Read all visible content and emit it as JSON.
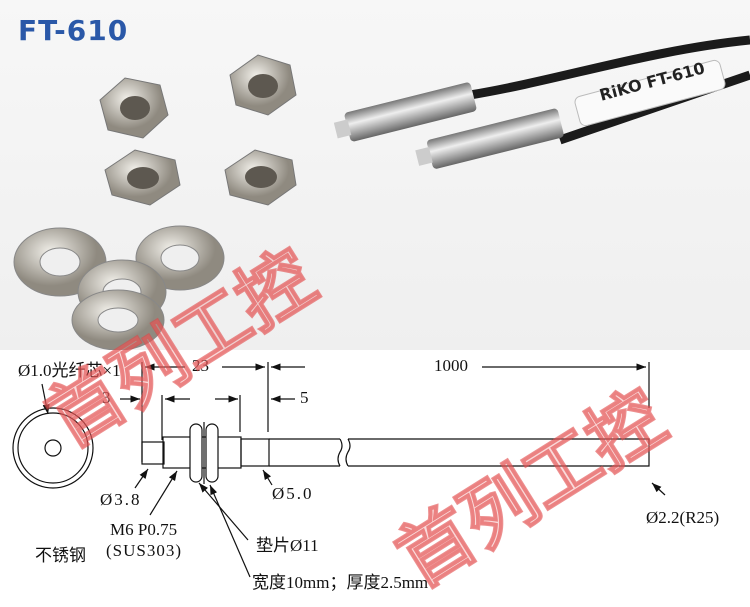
{
  "title": "FT-610",
  "cable_label": "RiKO FT-610",
  "watermark": "首列工控",
  "dimensions": {
    "fiber_core": "Ø1.0光纤芯×1",
    "length_23": "23",
    "length_1000": "1000",
    "length_3": "3",
    "length_5": "5",
    "tip_diameter": "Ø3.8",
    "sleeve_diameter": "Ø5.0",
    "thread": "M6 P0.75",
    "material_cn": "不锈钢",
    "material": "(SUS303)",
    "washer": "垫片Ø11",
    "nut_size": "宽度10mm；厚度2.5mm",
    "cable_diameter": "Ø2.2(R25)"
  }
}
